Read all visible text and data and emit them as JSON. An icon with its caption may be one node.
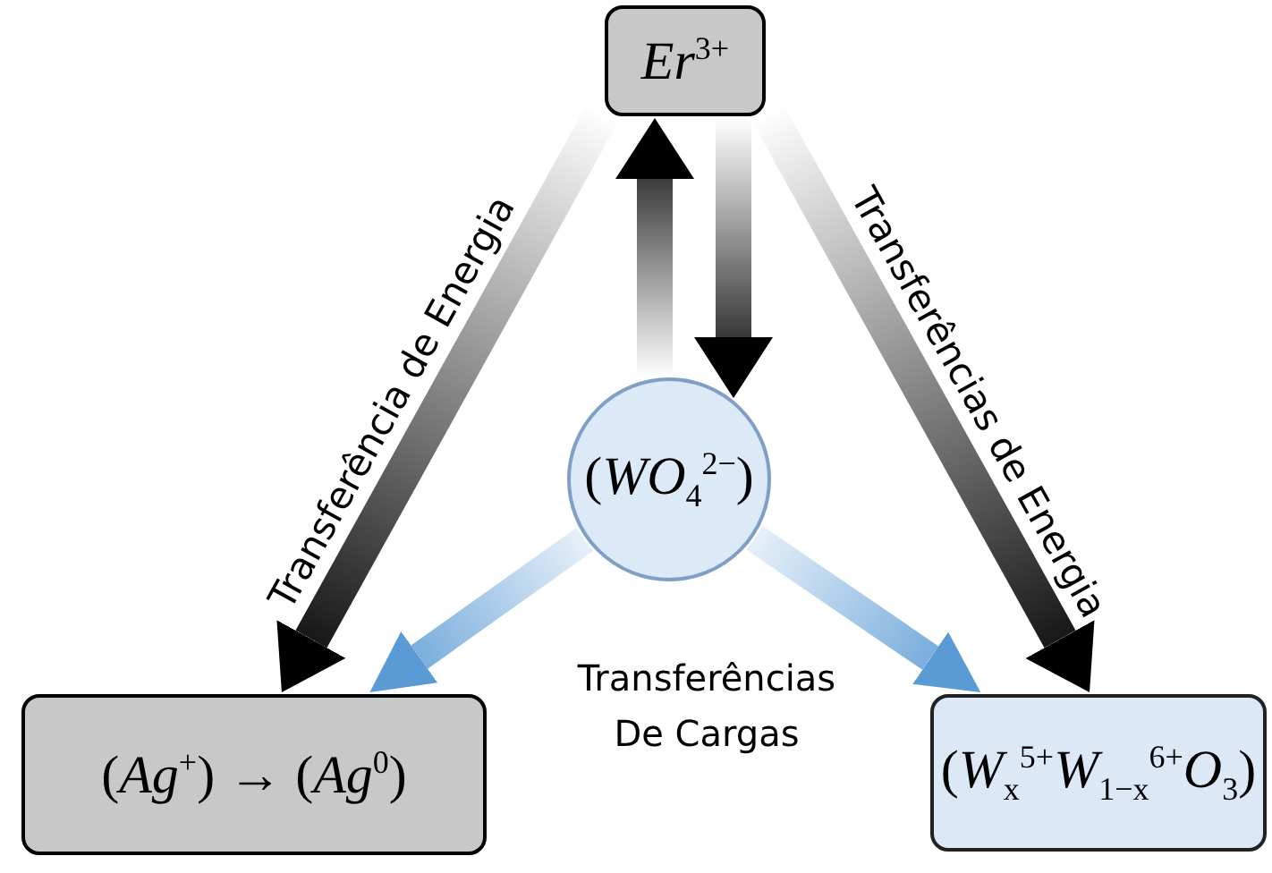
{
  "diagram": {
    "nodes": [
      {
        "text": [
          "*Er*$^{3+}$"
        ]
      },
      {
        "text": [
          "(*WO*$_{4}$$^{2−}$)"
        ]
      },
      {
        "text": [
          "(*Ag*$^{+}$) → (*Ag*$^{0}$)"
        ]
      },
      {
        "text": [
          "(*W*$_{x}$$^{5+}$*W*$_{1−x}$$^{6+}$*O*$_{3}$)"
        ]
      }
    ],
    "edges": [
      {
        "from": 0,
        "to": 2,
        "arrow": "to",
        "label": "Transferência de Energia",
        "style": "thick"
      },
      {
        "from": 0,
        "to": 3,
        "arrow": "to",
        "label": "Transferências de Energia",
        "style": "thick"
      },
      {
        "from": 1,
        "to": 0,
        "arrow": "to",
        "style": "thick"
      },
      {
        "from": 0,
        "to": 1,
        "arrow": "to",
        "style": "thick"
      },
      {
        "from": 1,
        "to": 2,
        "arrow": "to",
        "style": "thick",
        "color": "#5b9bd5"
      },
      {
        "from": 1,
        "to": 3,
        "arrow": "to",
        "style": "thick",
        "color": "#5b9bd5"
      }
    ],
    "labels": [
      "Transferências De Cargas"
    ]
  }
}
